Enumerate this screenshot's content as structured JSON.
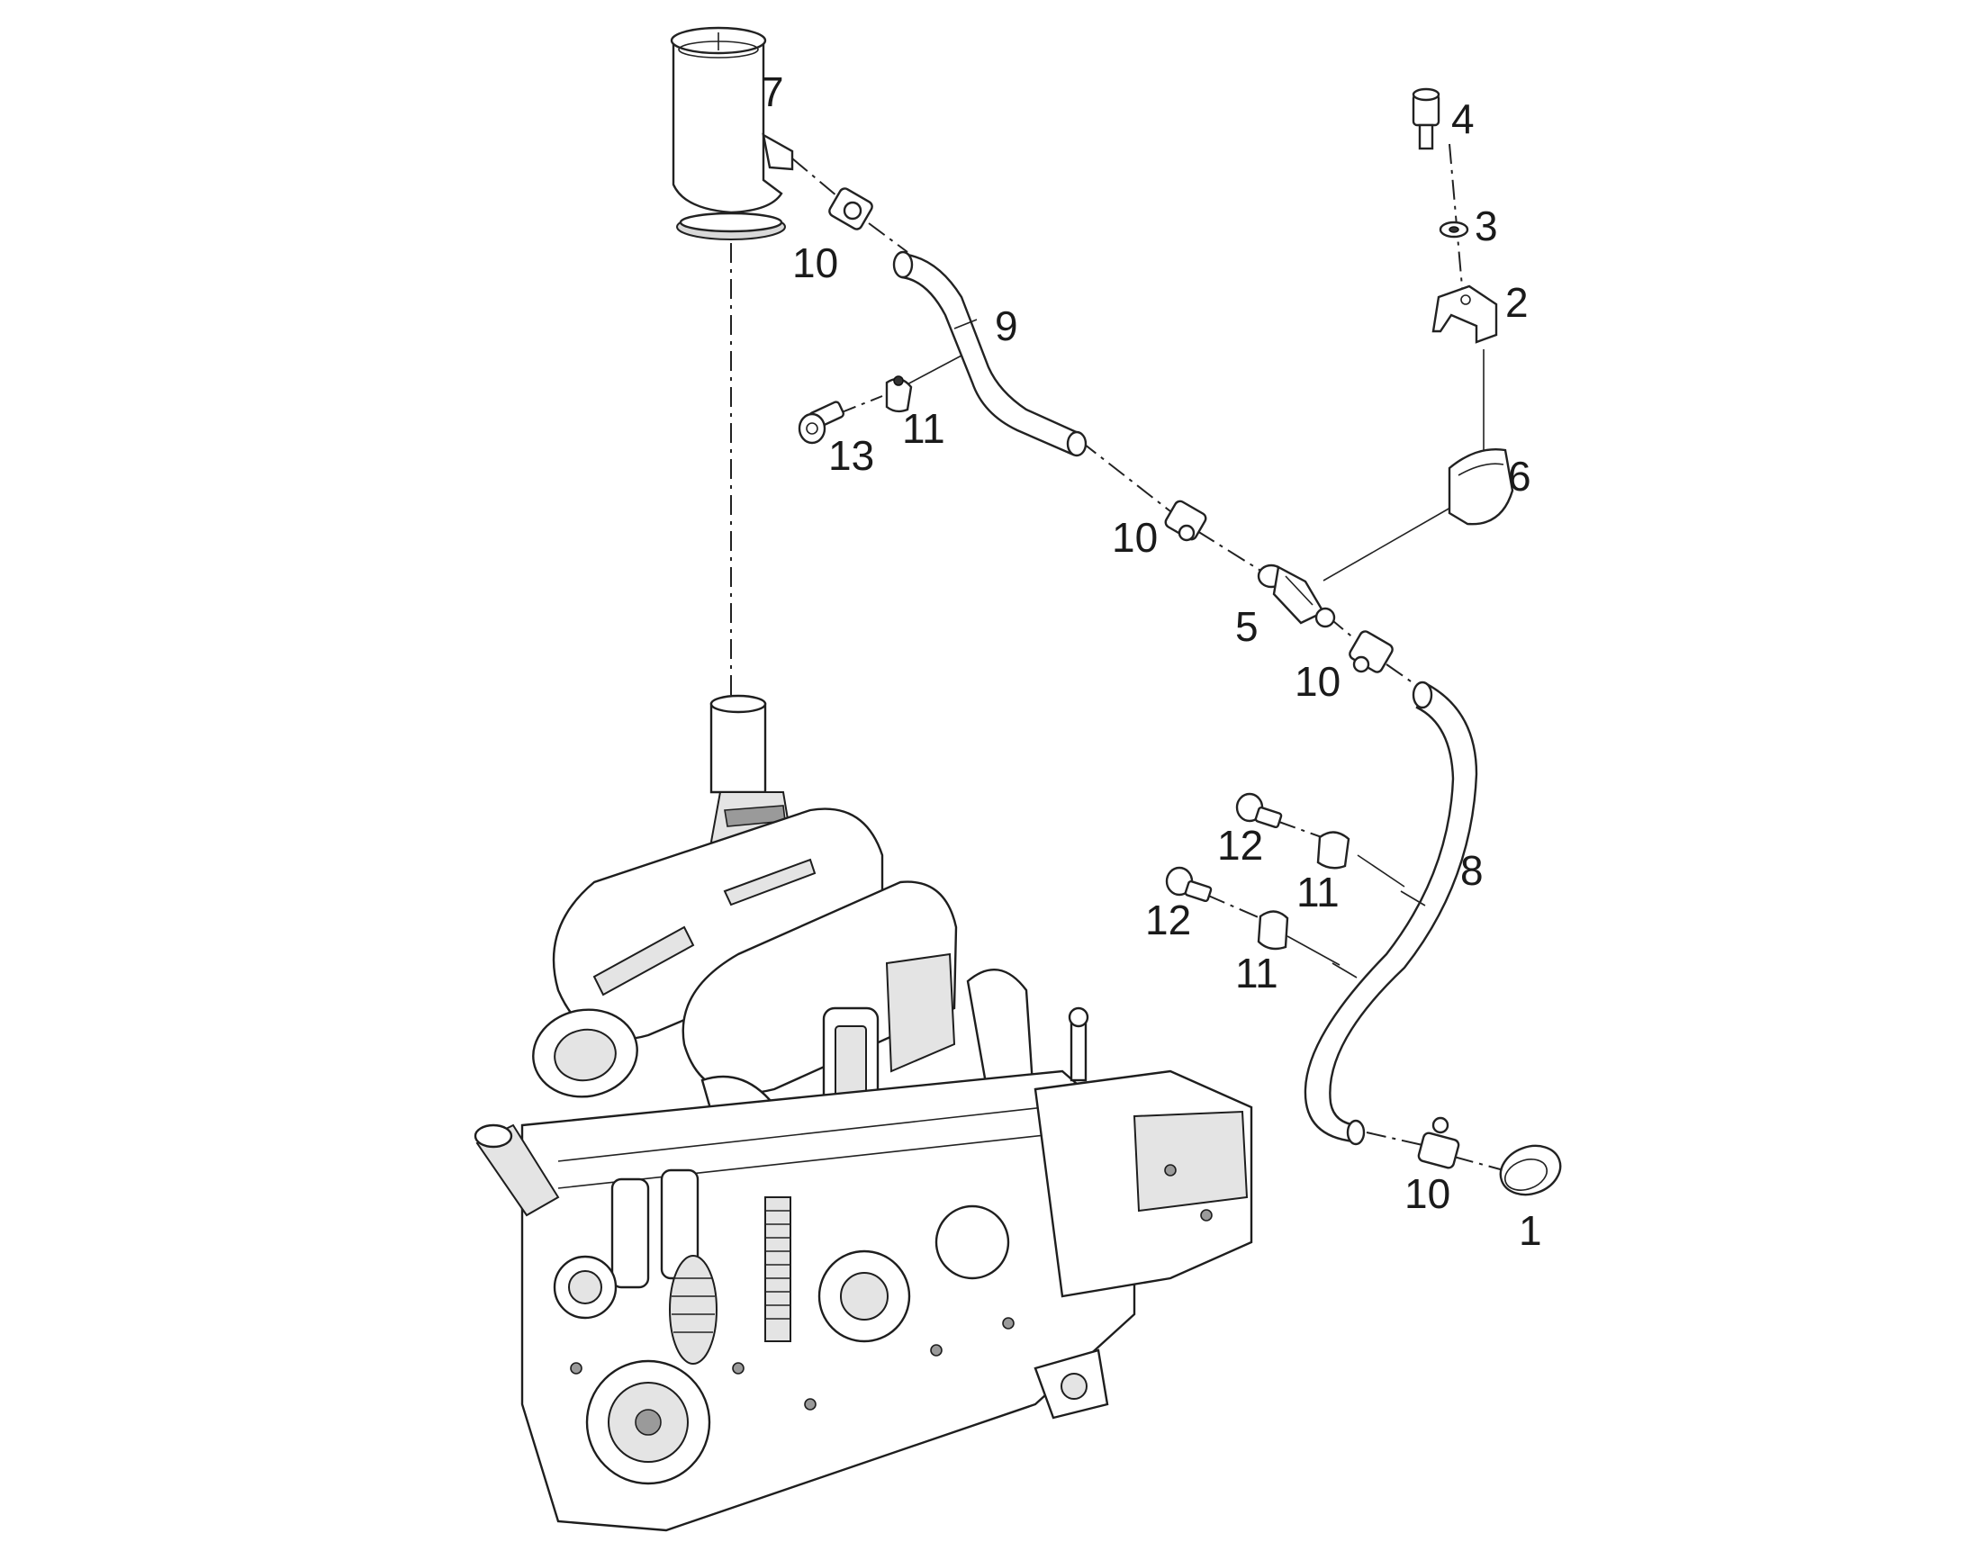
{
  "callouts": {
    "c1": "1",
    "c2": "2",
    "c3": "3",
    "c4": "4",
    "c5": "5",
    "c6": "6",
    "c7": "7",
    "c8": "8",
    "c9": "9",
    "c10": "10",
    "c11": "11",
    "c12": "12",
    "c13": "13"
  },
  "colors": {
    "line": "#222222",
    "background": "#ffffff"
  }
}
